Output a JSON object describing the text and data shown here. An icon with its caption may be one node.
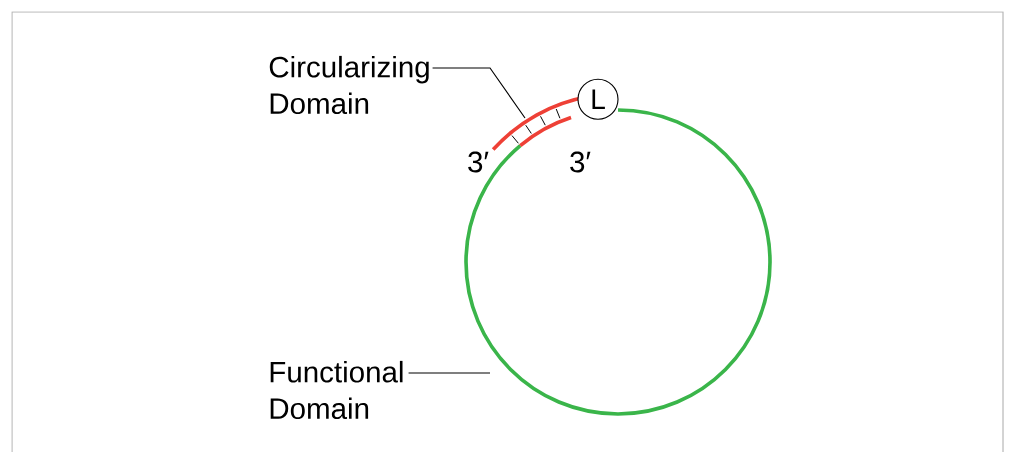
{
  "diagram": {
    "nodes": [
      {
        "text": [
          "Circularizing Domain"
        ]
      },
      {
        "text": [
          "L"
        ]
      },
      {
        "text": [
          "Functional Domain"
        ]
      }
    ],
    "edges": [
      {
        "from": 0,
        "to": null,
        "arrow": "none"
      },
      {
        "from": 2,
        "to": null,
        "arrow": "none"
      }
    ],
    "labels": [
      "3′",
      "3′"
    ]
  }
}
